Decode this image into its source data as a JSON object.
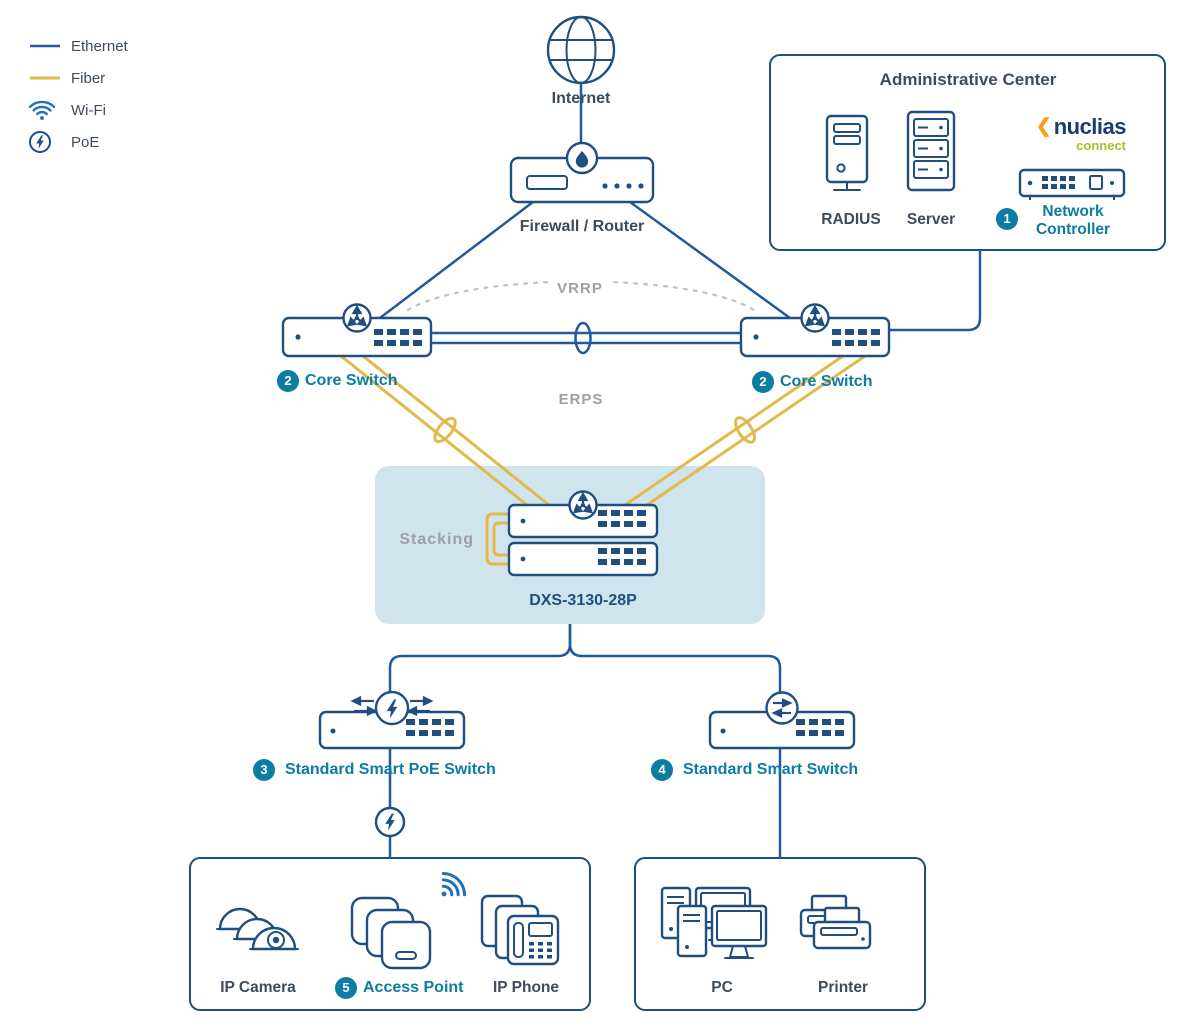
{
  "legend": {
    "items": [
      {
        "id": "ethernet",
        "label": "Ethernet"
      },
      {
        "id": "fiber",
        "label": "Fiber"
      },
      {
        "id": "wifi",
        "label": "Wi-Fi"
      },
      {
        "id": "poe",
        "label": "PoE"
      }
    ]
  },
  "nodes": {
    "internet": {
      "label": "Internet"
    },
    "firewall": {
      "label": "Firewall / Router"
    },
    "admin": {
      "title": "Administrative Center",
      "radius_label": "RADIUS",
      "server_label": "Server",
      "brand": {
        "chevron": "❮",
        "name": "nuclias",
        "tagline": "connect"
      },
      "controller": {
        "badge": "1",
        "label": "Network Controller"
      }
    },
    "core_left": {
      "badge": "2",
      "label": "Core Switch"
    },
    "core_right": {
      "badge": "2",
      "label": "Core Switch"
    },
    "stack": {
      "caption": "Stacking",
      "model": "DXS-3130-28P"
    },
    "poe_switch": {
      "badge": "3",
      "label": "Standard Smart PoE Switch"
    },
    "smart_switch": {
      "badge": "4",
      "label": "Standard Smart Switch"
    },
    "edge_left": {
      "camera_label": "IP Camera",
      "access_point": {
        "badge": "5",
        "label": "Access Point"
      },
      "phone_label": "IP Phone"
    },
    "edge_right": {
      "pc_label": "PC",
      "printer_label": "Printer"
    }
  },
  "links": {
    "vrrp": "VRRP",
    "erps": "ERPS"
  },
  "colors": {
    "ethernet_blue": "#1e5a9c",
    "fiber_gold": "#e2ba4c",
    "wifi_blue": "#1e70b8",
    "navy": "#1f4e7f",
    "teal": "#0d7ca3",
    "ink": "#3e4c5a",
    "muted_gray": "#9ba1a6",
    "panel_blue": "#cfe4ec",
    "brand_orange": "#f6a21e",
    "brand_green": "#a8bf2a",
    "brand_navy": "#1b3d6e"
  }
}
